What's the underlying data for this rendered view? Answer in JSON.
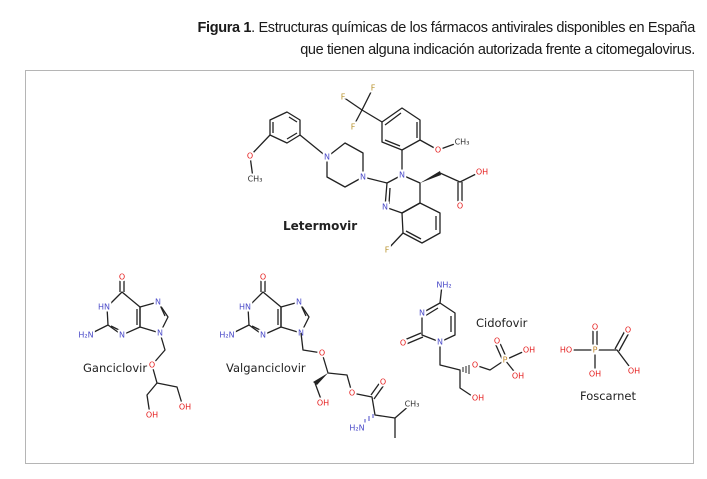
{
  "caption": {
    "label": "Figura 1",
    "line1": ". Estructuras químicas de los fármacos antivirales disponibles en España",
    "line2": "que tienen alguna indicación autorizada frente a citomegalovirus."
  },
  "structures": [
    {
      "name": "Letermovir"
    },
    {
      "name": "Ganciclovir"
    },
    {
      "name": "Valganciclovir"
    },
    {
      "name": "Cidofovir"
    },
    {
      "name": "Foscarnet"
    }
  ],
  "colors": {
    "nitrogen": "#4a4ac8",
    "oxygen": "#e52020",
    "fluorine": "#b8922c",
    "phosphorus": "#c08428"
  }
}
